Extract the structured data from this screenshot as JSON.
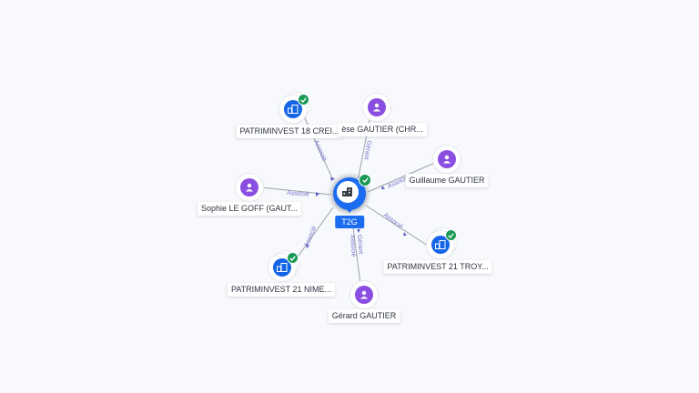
{
  "graph": {
    "center": {
      "label": "T2G",
      "icon": "building-icon",
      "status": "verified-check-icon"
    },
    "nodes": {
      "patriminvest18": {
        "label": "PATRIMINVEST 18 CREI...",
        "type": "company"
      },
      "therese": {
        "label": "èse GAUTIER (CHR...",
        "type": "person"
      },
      "guillaume": {
        "label": "Guillaume GAUTIER",
        "type": "person"
      },
      "sophie": {
        "label": "Sophie LE GOFF (GAUT...",
        "type": "person"
      },
      "patriminvest21troy": {
        "label": "PATRIMINVEST 21 TROY...",
        "type": "company"
      },
      "patriminvest21nime": {
        "label": "PATRIMINVEST 21 NIME...",
        "type": "company"
      },
      "gerard": {
        "label": "Gérard GAUTIER",
        "type": "person"
      }
    },
    "edges": {
      "patriminvest18": "Associé",
      "therese": "Gérant",
      "guillaume": "Associé",
      "sophie": "Associé",
      "patriminvest21troy": "Associé",
      "patriminvest21nime": "Associé",
      "gerard_1": "Gérant",
      "gerard_2": "Associé"
    },
    "colors": {
      "company": "#1565e6",
      "person": "#8a4fe0",
      "verified": "#1b9a55",
      "edge": "#9aa3ad",
      "edge_label": "#7b74c9"
    }
  }
}
